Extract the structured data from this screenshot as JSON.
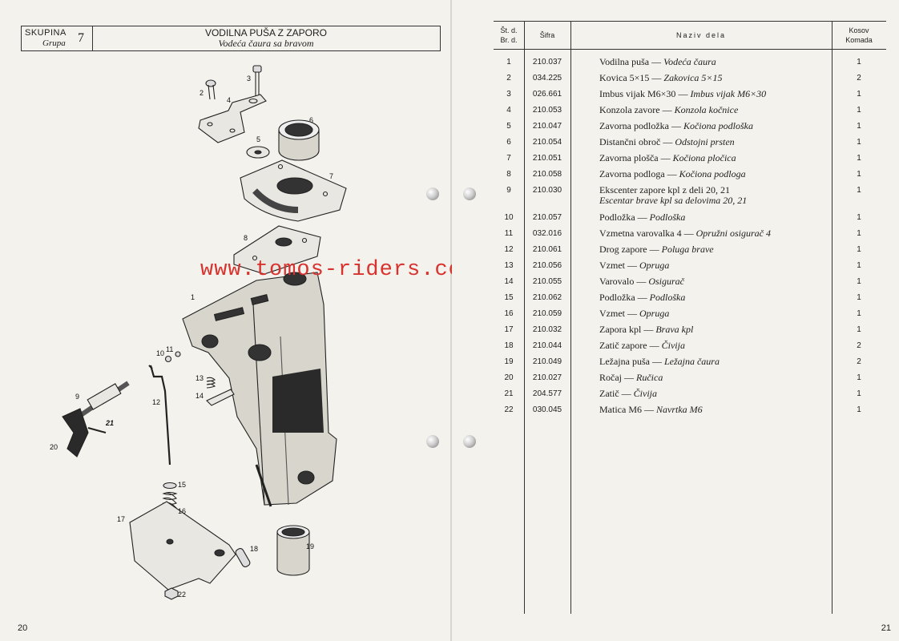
{
  "left_page": {
    "header": {
      "group_label_1": "SKUPINA",
      "group_label_2": "Grupa",
      "group_number": "7",
      "title": "VODILNA PUŠA Z ZAPORO",
      "subtitle": "Vodeća čaura sa bravom"
    },
    "watermark": "www.tomos-riders.com",
    "callouts": [
      "1",
      "2",
      "3",
      "4",
      "5",
      "6",
      "7",
      "8",
      "9",
      "10",
      "11",
      "12",
      "13",
      "14",
      "15",
      "16",
      "17",
      "18",
      "19",
      "20",
      "21",
      "22"
    ],
    "page_number": "20"
  },
  "right_page": {
    "columns": {
      "no_1": "Št. d.",
      "no_2": "Br. d.",
      "code": "Šifra",
      "name": "Naziv dela",
      "qty_1": "Kosov",
      "qty_2": "Komada"
    },
    "rows": [
      {
        "no": "1",
        "code": "210.037",
        "sl": "Vodilna puša",
        "sr": "Vodeća čaura",
        "qty": "1"
      },
      {
        "no": "2",
        "code": "034.225",
        "sl": "Kovica 5×15",
        "sr": "Zakovica 5×15",
        "qty": "2"
      },
      {
        "no": "3",
        "code": "026.661",
        "sl": "Imbus vijak M6×30",
        "sr": "Imbus vijak M6×30",
        "qty": "1"
      },
      {
        "no": "4",
        "code": "210.053",
        "sl": "Konzola zavore",
        "sr": "Konzola kočnice",
        "qty": "1"
      },
      {
        "no": "5",
        "code": "210.047",
        "sl": "Zavorna podložka",
        "sr": "Kočiona podloška",
        "qty": "1"
      },
      {
        "no": "6",
        "code": "210.054",
        "sl": "Distančni obroč",
        "sr": "Odstojni prsten",
        "qty": "1"
      },
      {
        "no": "7",
        "code": "210.051",
        "sl": "Zavorna plošča",
        "sr": "Kočiona pločica",
        "qty": "1"
      },
      {
        "no": "8",
        "code": "210.058",
        "sl": "Zavorna podloga",
        "sr": "Kočiona podloga",
        "qty": "1"
      },
      {
        "no": "9",
        "code": "210.030",
        "sl": "Ekscenter zapore kpl z deli 20, 21",
        "sr": "Escentar brave kpl sa delovima 20, 21",
        "qty": "1"
      },
      {
        "no": "10",
        "code": "210.057",
        "sl": "Podložka",
        "sr": "Podloška",
        "qty": "1"
      },
      {
        "no": "11",
        "code": "032.016",
        "sl": "Vzmetna varovalka 4",
        "sr": "Opružni osigurač 4",
        "qty": "1"
      },
      {
        "no": "12",
        "code": "210.061",
        "sl": "Drog zapore",
        "sr": "Poluga brave",
        "qty": "1"
      },
      {
        "no": "13",
        "code": "210.056",
        "sl": "Vzmet",
        "sr": "Opruga",
        "qty": "1"
      },
      {
        "no": "14",
        "code": "210.055",
        "sl": "Varovalo",
        "sr": "Osigurač",
        "qty": "1"
      },
      {
        "no": "15",
        "code": "210.062",
        "sl": "Podložka",
        "sr": "Podloška",
        "qty": "1"
      },
      {
        "no": "16",
        "code": "210.059",
        "sl": "Vzmet",
        "sr": "Opruga",
        "qty": "1"
      },
      {
        "no": "17",
        "code": "210.032",
        "sl": "Zapora kpl",
        "sr": "Brava kpl",
        "qty": "1"
      },
      {
        "no": "18",
        "code": "210.044",
        "sl": "Zatič zapore",
        "sr": "Čivija",
        "qty": "2"
      },
      {
        "no": "19",
        "code": "210.049",
        "sl": "Ležajna puša",
        "sr": "Ležajna čaura",
        "qty": "2"
      },
      {
        "no": "20",
        "code": "210.027",
        "sl": "Ročaj",
        "sr": "Ručica",
        "qty": "1"
      },
      {
        "no": "21",
        "code": "204.577",
        "sl": "Zatič",
        "sr": "Čivija",
        "qty": "1"
      },
      {
        "no": "22",
        "code": "030.045",
        "sl": "Matica M6",
        "sr": "Navrtka M6",
        "qty": "1"
      }
    ],
    "separator": "—",
    "page_number": "21"
  }
}
